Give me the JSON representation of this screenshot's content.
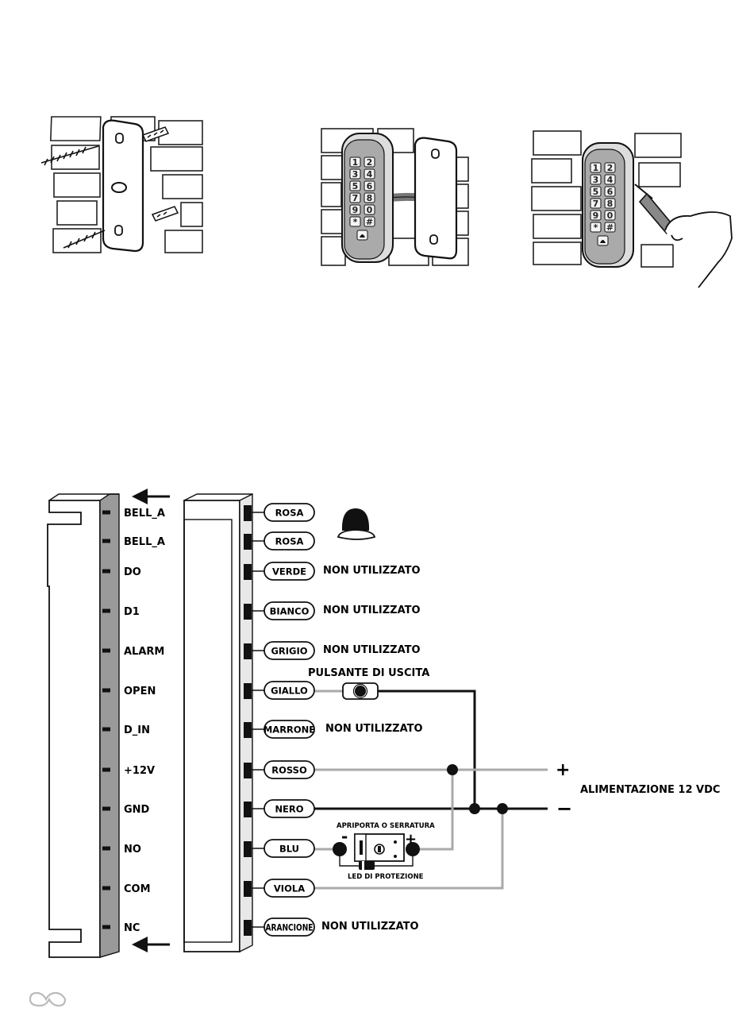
{
  "keypad_keys": [
    "1",
    "2",
    "3",
    "4",
    "5",
    "6",
    "7",
    "8",
    "9",
    "0",
    "*",
    "#"
  ],
  "terminals": [
    "BELL_A",
    "BELL_A",
    "DO",
    "D1",
    "ALARM",
    "OPEN",
    "D_IN",
    "+12V",
    "GND",
    "NO",
    "COM",
    "NC"
  ],
  "wires": [
    "ROSA",
    "ROSA",
    "VERDE",
    "BIANCO",
    "GRIGIO",
    "GIALLO",
    "MARRONE",
    "ROSSO",
    "NERO",
    "BLU",
    "VIOLA",
    "ARANCIONE"
  ],
  "notes": {
    "verde": "NON UTILIZZATO",
    "bianco": "NON UTILIZZATO",
    "grigio": "NON UTILIZZATO",
    "marrone": "NON UTILIZZATO",
    "arancione": "NON UTILIZZATO"
  },
  "exit_button_label": "PULSANTE DI USCITA",
  "lock_label": "APRIPORTA O SERRATURA",
  "led_label": "LED DI PROTEZIONE",
  "power": {
    "label": "ALIMENTAZIONE 12 VDC",
    "plus": "+",
    "minus": "−"
  },
  "lock_plus": "+",
  "lock_minus": "-"
}
